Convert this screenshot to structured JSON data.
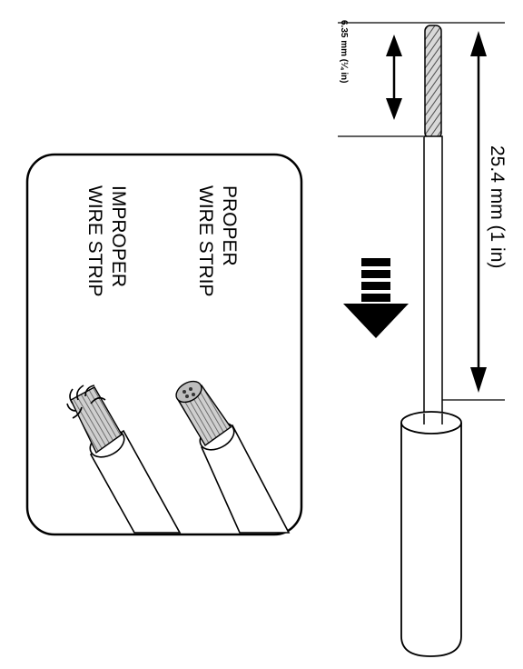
{
  "labels": {
    "short_dimension": "6.35 mm (¼ in)",
    "long_dimension": "25.4 mm (1 in)",
    "proper_line1": "PROPER",
    "proper_line2": "WIRE STRIP",
    "improper_line1": "IMPROPER",
    "improper_line2": "WIRE STRIP"
  },
  "icons": {
    "direction_arrow": "down-arrow-icon",
    "dimension_arrows": "double-headed-arrow-icon"
  },
  "colors": {
    "ink": "#000000",
    "paper": "#ffffff",
    "strand": "#8a8a8a"
  }
}
